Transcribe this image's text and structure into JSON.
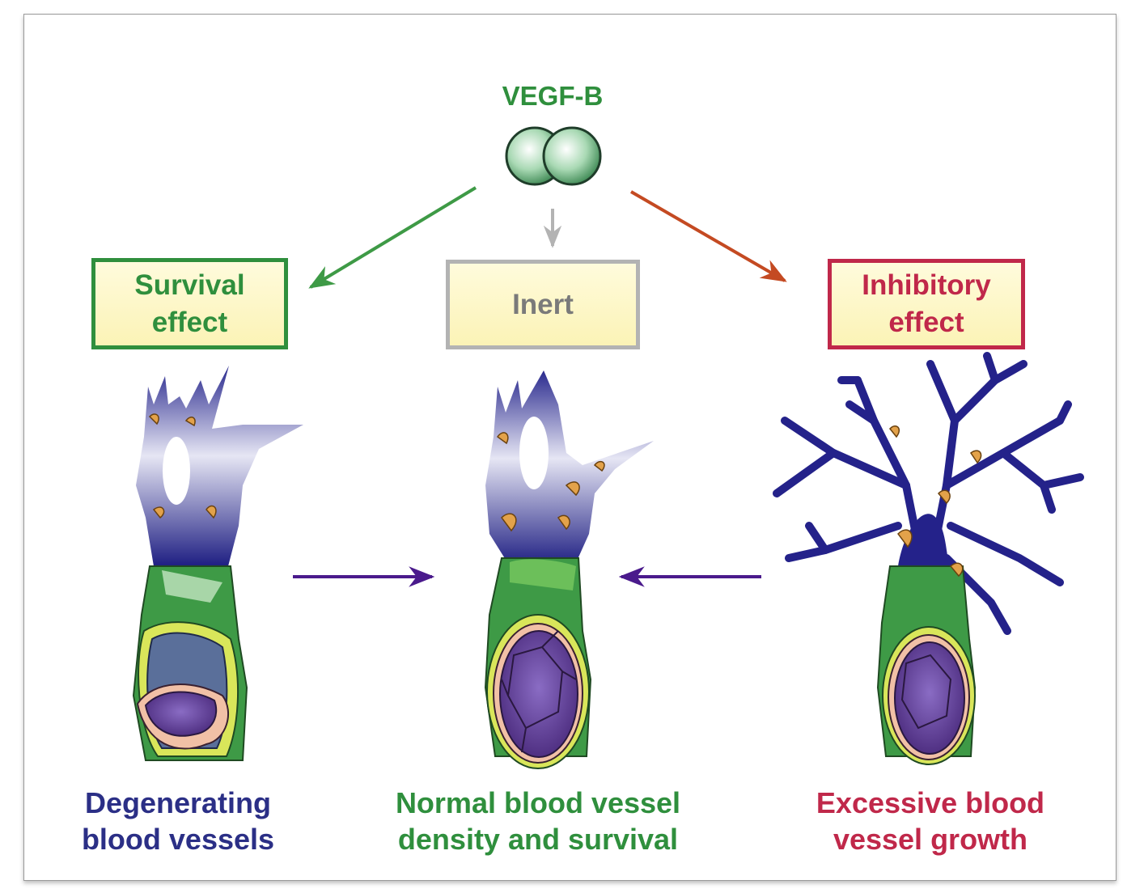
{
  "top": {
    "label": "VEGF-B"
  },
  "effects": [
    {
      "label": "Survival\neffect",
      "color": "#2f8f3d"
    },
    {
      "label": "Inert",
      "color": "#8a8a8a"
    },
    {
      "label": "Inhibitory\neffect",
      "color": "#c0284a"
    }
  ],
  "outcomes": [
    {
      "label": "Degenerating\nblood vessels",
      "color": "#2b2f86"
    },
    {
      "label": "Normal blood vessel\ndensity and survival",
      "color": "#2f8f3d"
    },
    {
      "label": "Excessive blood\nvessel growth",
      "color": "#c0284a"
    }
  ],
  "colors": {
    "vessel_blue": "#24228a",
    "pericyte_orange": "#e3a24a",
    "smooth_muscle_green": "#3e9a46",
    "lumen_purple": "#5b3a8e",
    "arrow_purple": "#4a1a8c",
    "arrow_green": "#3e9a46",
    "arrow_gray": "#b3b3b3",
    "arrow_red": "#c44a22"
  }
}
